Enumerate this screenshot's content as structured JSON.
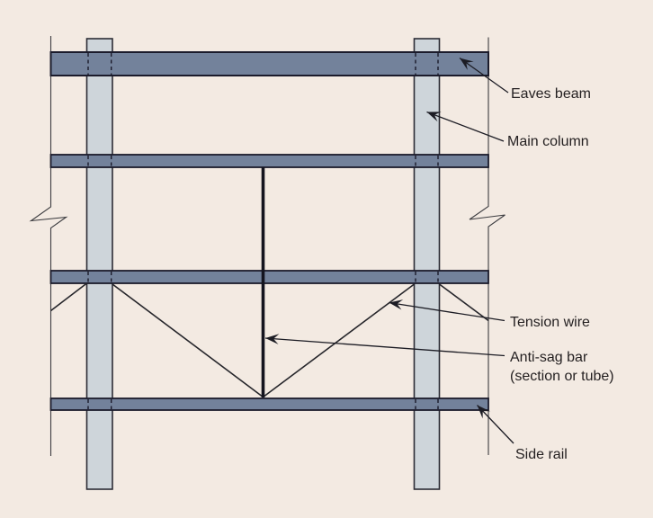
{
  "diagram": {
    "type": "structural-elevation-diagram",
    "labels": {
      "eaves_beam": "Eaves beam",
      "main_column": "Main column",
      "tension_wire": "Tension wire",
      "anti_sag_line1": "Anti-sag bar",
      "anti_sag_line2": "(section or tube)",
      "side_rail": "Side rail"
    },
    "colors": {
      "background": "#F3EAE2",
      "beam_fill": "#73829B",
      "column_fill": "#CED5DA",
      "line": "#231F20"
    }
  }
}
